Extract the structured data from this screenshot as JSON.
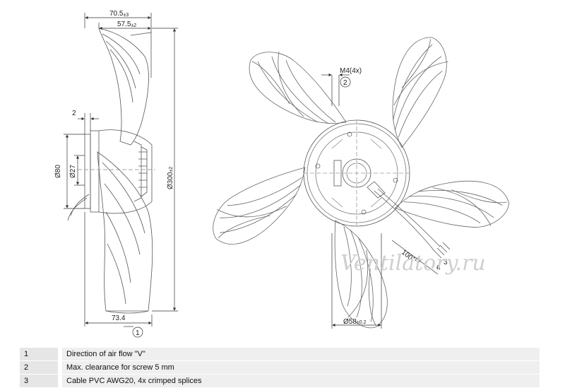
{
  "dimensions": {
    "width_total": "70.5",
    "width_total_tol": "±3",
    "width_inner": "57.5",
    "width_inner_tol": "±2",
    "gap": "2",
    "hub_diameter": "Ø80",
    "shaft_diameter": "Ø27",
    "fan_diameter": "Ø300",
    "fan_diameter_tol": "±2",
    "bottom_width": "73.4",
    "mount_diameter": "Ø58",
    "mount_diameter_tol": "±0.2",
    "screw": "M4(4x)",
    "cable_length": "100",
    "cable_length_tol": "+20",
    "cable_dim_a": "3",
    "cable_dim_b": "6"
  },
  "callouts": {
    "c1": "1",
    "c2": "2"
  },
  "watermark": "Ventilatory.ru",
  "legend": [
    {
      "num": "1",
      "text": "Direction of air flow \"V\""
    },
    {
      "num": "2",
      "text": "Max. clearance for screw 5 mm"
    },
    {
      "num": "3",
      "text": "Cable PVC AWG20, 4x crimped splices"
    }
  ]
}
